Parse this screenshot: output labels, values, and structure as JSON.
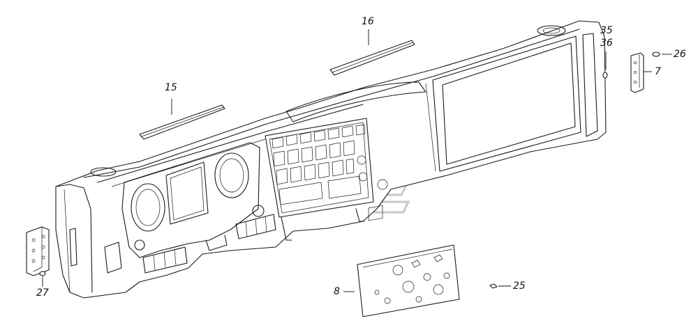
{
  "callouts": [
    {
      "id": "c15",
      "label": "15"
    },
    {
      "id": "c16",
      "label": "16"
    },
    {
      "id": "c35",
      "label": "35"
    },
    {
      "id": "c36",
      "label": "36"
    },
    {
      "id": "c26",
      "label": "26"
    },
    {
      "id": "c7",
      "label": "7"
    },
    {
      "id": "c8",
      "label": "8"
    },
    {
      "id": "c25",
      "label": "25"
    },
    {
      "id": "c27",
      "label": "27"
    }
  ]
}
